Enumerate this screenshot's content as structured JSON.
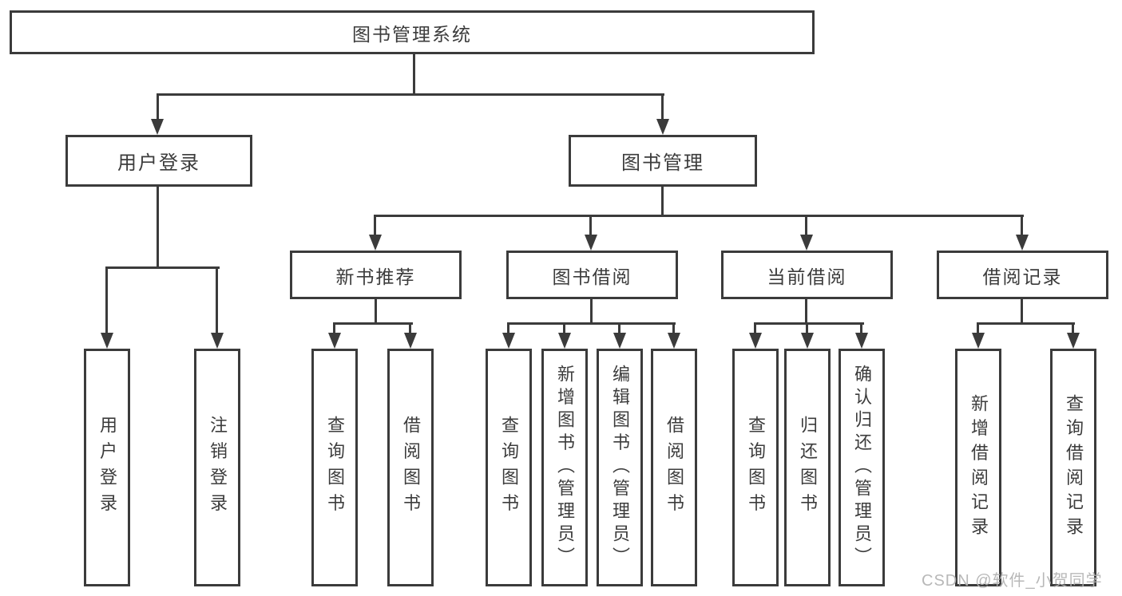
{
  "nodes": {
    "root": "图书管理系统",
    "user_login": "用户登录",
    "book_mgmt": "图书管理",
    "new_book_rec": "新书推荐",
    "book_borrow": "图书借阅",
    "current_borrow": "当前借阅",
    "borrow_records": "借阅记录",
    "leaf_user_login": "用户登录",
    "leaf_logout": "注销登录",
    "leaf_rec_query": "查询图书",
    "leaf_rec_borrow": "借阅图书",
    "leaf_bb_query": "查询图书",
    "leaf_bb_add": "新增图书（管理员）",
    "leaf_bb_edit": "编辑图书（管理员）",
    "leaf_bb_borrow": "借阅图书",
    "leaf_cb_query": "查询图书",
    "leaf_cb_return": "归还图书",
    "leaf_cb_confirm": "确认归还（管理员）",
    "leaf_br_add": "新增借阅记录",
    "leaf_br_query": "查询借阅记录"
  },
  "watermark": "CSDN @软件_小贺同学",
  "colors": {
    "line": "#3b3b3b",
    "text": "#3c3c3c",
    "watermark": "#b2b2b2",
    "bg": "#ffffff"
  }
}
